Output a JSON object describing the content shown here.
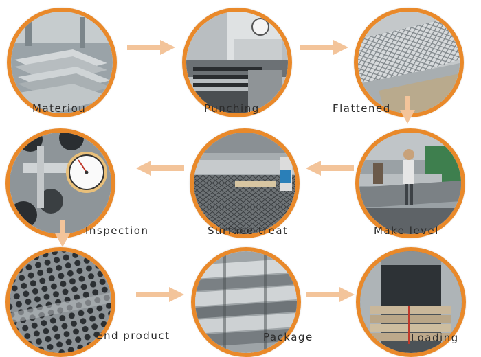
{
  "steps": [
    {
      "label": "Materiou",
      "image": "steel-sheet-stack"
    },
    {
      "label": "Punching",
      "image": "punching-press-machine"
    },
    {
      "label": "Flattened",
      "image": "flattened-expanded-mesh"
    },
    {
      "label": "Make level",
      "image": "leveling-machine-worker"
    },
    {
      "label": "Surface treat",
      "image": "surface-treatment-line"
    },
    {
      "label": "Inspection",
      "image": "caliper-dial-gauge"
    },
    {
      "label": "End product",
      "image": "perforated-metal-sheet"
    },
    {
      "label": "Package",
      "image": "wrapped-sheet-bundles"
    },
    {
      "label": "Loading",
      "image": "shipping-container-loaded"
    }
  ],
  "colors": {
    "ring": "#e9892a",
    "arrow": "#f3c49a",
    "label": "#2b2b2b"
  }
}
